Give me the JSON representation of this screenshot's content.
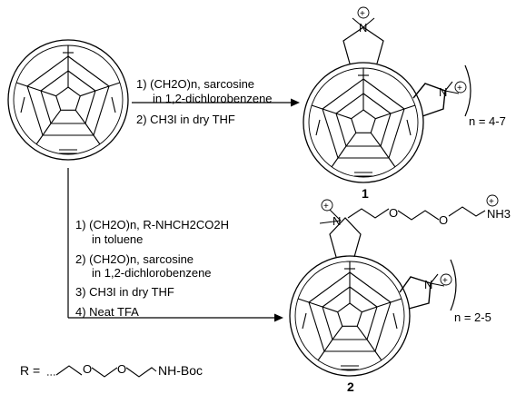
{
  "reaction_1": {
    "step1_line1": "1) (CH2O)n, sarcosine",
    "step1_line2": "in 1,2-dichlorobenzene",
    "step2": "2) CH3I in dry THF"
  },
  "reaction_2": {
    "step1_line1": "1) (CH2O)n, R-NHCH2CO2H",
    "step1_line2": "in toluene",
    "step2_line1": "2) (CH2O)n, sarcosine",
    "step2_line2": "in 1,2-dichlorobenzene",
    "step3": "3) CH3I in dry THF",
    "step4": "4) Neat TFA"
  },
  "products": {
    "p1_label": "1",
    "p1_n": "n = 4-7",
    "p2_label": "2",
    "p2_n": "n = 2-5",
    "p2_amine": "NH3"
  },
  "r_group": {
    "prefix": "R =",
    "suffix": "NH-Boc"
  },
  "charge_symbol": "+"
}
